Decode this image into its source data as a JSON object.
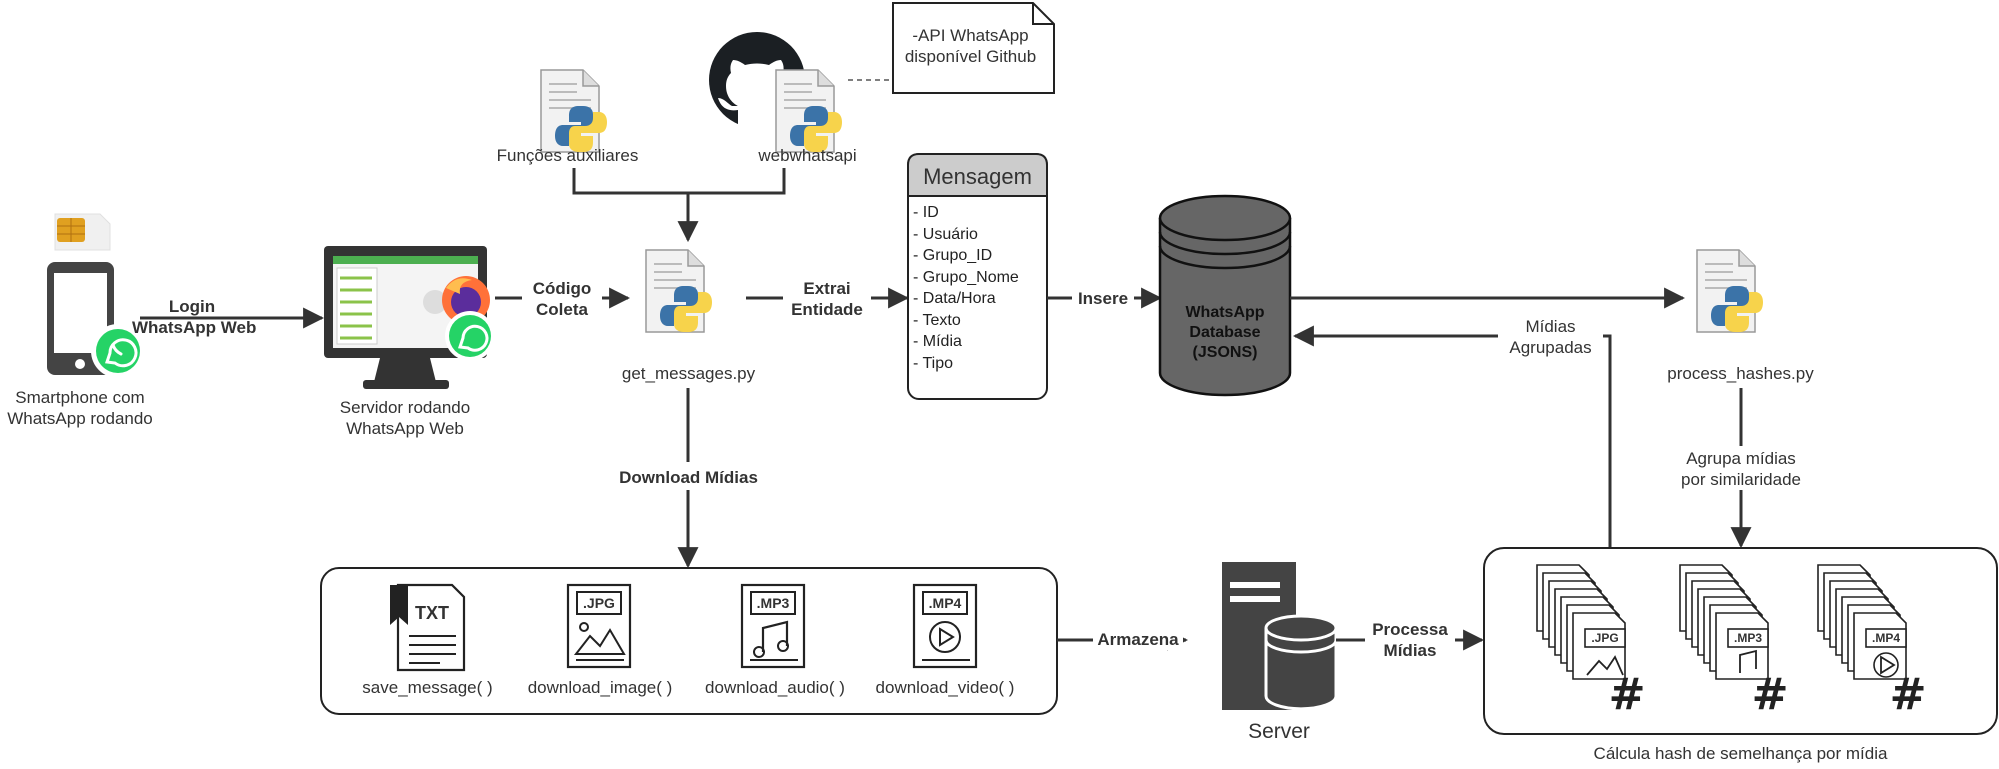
{
  "nodes": {
    "smartphone": {
      "line1": "Smartphone com",
      "line2": "WhatsApp rodando"
    },
    "server_web": {
      "line1": "Servidor rodando",
      "line2": "WhatsApp Web"
    },
    "get_messages": {
      "label": "get_messages.py"
    },
    "funcoes": {
      "label": "Funções auxiliares"
    },
    "webwhatsapi": {
      "label": "webwhatsapi"
    },
    "note": {
      "line1": "-API WhatsApp",
      "line2": "disponível Github"
    },
    "process_hashes": {
      "label": "process_hashes.py"
    },
    "server": {
      "label": "Server"
    }
  },
  "mensagem": {
    "title": "Mensagem",
    "fields": [
      "- ID",
      "- Usuário",
      "- Grupo_ID",
      "- Grupo_Nome",
      "- Data/Hora",
      "- Texto",
      "- Mídia",
      "- Tipo"
    ]
  },
  "database": {
    "line1": "WhatsApp",
    "line2": "Database",
    "line3": "(JSONS)"
  },
  "edges": {
    "login": {
      "line1": "Login",
      "line2": "WhatsApp Web"
    },
    "codigo": {
      "line1": "Código",
      "line2": "Coleta"
    },
    "extrai": {
      "line1": "Extrai",
      "line2": "Entidade"
    },
    "insere": "Insere",
    "midias_agrupadas": {
      "line1": "Mídias",
      "line2": "Agrupadas"
    },
    "download": "Download Mídias",
    "armazena": "Armazena",
    "processa": {
      "line1": "Processa",
      "line2": "Mídias"
    },
    "agrupa": {
      "line1": "Agrupa mídias",
      "line2": "por similaridade"
    }
  },
  "downloads": [
    {
      "label": "save_message( )",
      "icon": "TXT"
    },
    {
      "label": "download_image( )",
      "icon": ".JPG"
    },
    {
      "label": "download_audio( )",
      "icon": ".MP3"
    },
    {
      "label": "download_video( )",
      "icon": ".MP4"
    }
  ],
  "hash_group": {
    "caption": "Cálcula hash de semelhança por mídia",
    "stacks": [
      ".JPG",
      ".MP3",
      ".MP4"
    ],
    "hash_symbol": "#"
  },
  "colors": {
    "line": "#333333",
    "db_fill": "#666666",
    "python_blue": "#3b73a8",
    "python_yellow": "#f7d34b",
    "box_header": "#cccccc"
  }
}
